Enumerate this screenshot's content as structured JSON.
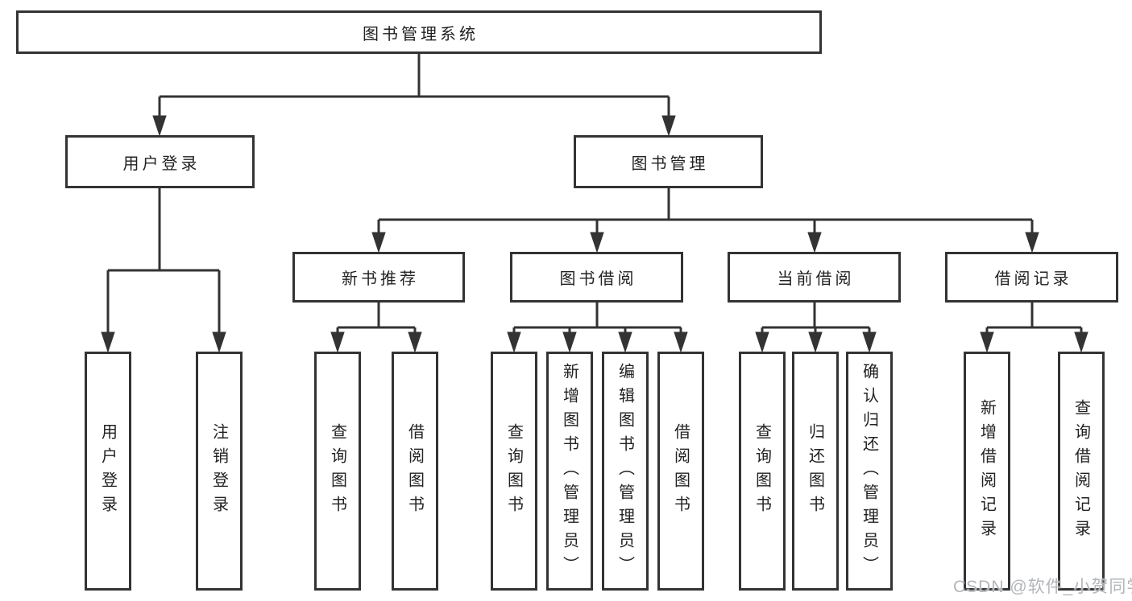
{
  "diagram": {
    "title": "图书管理系统",
    "branches": [
      {
        "label": "用户登录",
        "children": [
          {
            "label": "用户登录"
          },
          {
            "label": "注销登录"
          }
        ]
      },
      {
        "label": "图书管理",
        "children": [
          {
            "label": "新书推荐",
            "children": [
              {
                "label": "查询图书"
              },
              {
                "label": "借阅图书"
              }
            ]
          },
          {
            "label": "图书借阅",
            "children": [
              {
                "label": "查询图书"
              },
              {
                "label": "新增图书（管理员）"
              },
              {
                "label": "编辑图书（管理员）"
              },
              {
                "label": "借阅图书"
              }
            ]
          },
          {
            "label": "当前借阅",
            "children": [
              {
                "label": "查询图书"
              },
              {
                "label": "归还图书"
              },
              {
                "label": "确认归还（管理员）"
              }
            ]
          },
          {
            "label": "借阅记录",
            "children": [
              {
                "label": "新增借阅记录"
              },
              {
                "label": "查询借阅记录"
              }
            ]
          }
        ]
      }
    ]
  },
  "watermark": {
    "text": "CSDN @软件_小贺同学"
  },
  "colors": {
    "line": "#333333",
    "text": "#222222",
    "background": "#ffffff",
    "watermark": "#b3b6ba"
  }
}
